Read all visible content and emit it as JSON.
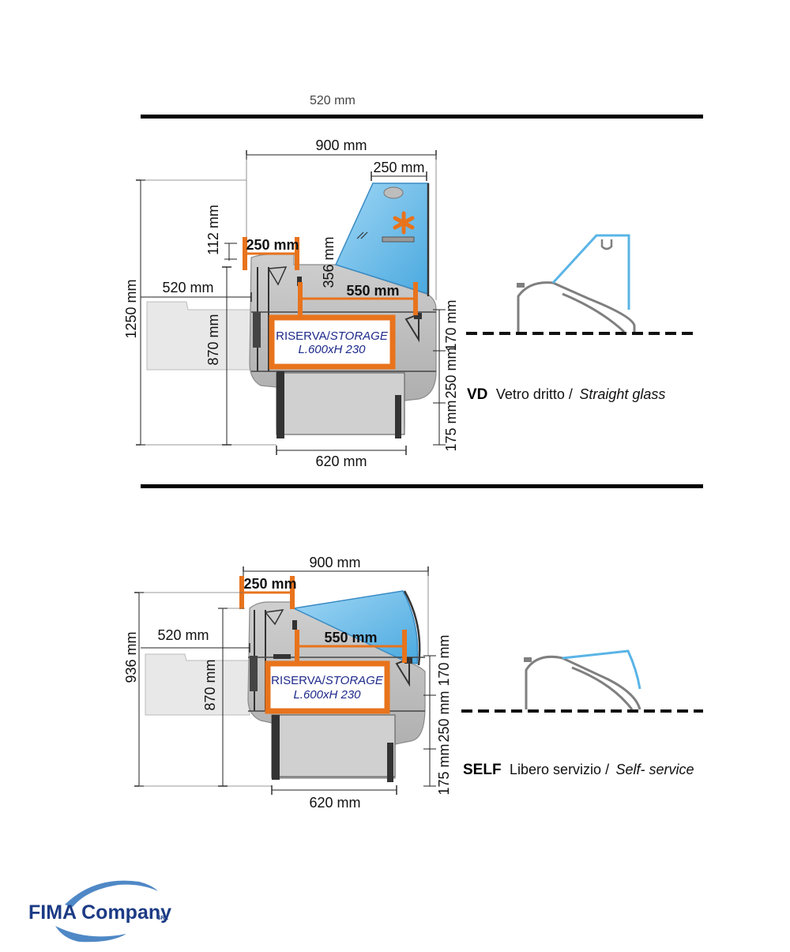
{
  "header": {
    "cut_label": "520 mm"
  },
  "colors": {
    "accent_orange": "#e8731c",
    "glass_blue": "#5ab4e6",
    "logo_blue": "#1c3b85",
    "logo_swoosh": "#4f88c6"
  },
  "section_vd": {
    "dims": {
      "width_total": "900 mm",
      "top_glass": "250 mm",
      "shelf_orange": "250 mm",
      "shelf_offset": "112 mm",
      "inner_height": "356 mm",
      "depth_orange": "550 mm",
      "side_depth": "520 mm",
      "total_height": "1250 mm",
      "counter_height": "870 mm",
      "tank_height": "170 mm",
      "base_height": "250 mm",
      "foot_height": "175 mm",
      "base_width": "620 mm"
    },
    "storage": {
      "line1_a": "RISERVA/",
      "line1_b": "STORAGE",
      "line2": "L.600xH 230"
    },
    "caption": {
      "code": "VD",
      "italian": "Vetro dritto /",
      "english": "Straight glass"
    }
  },
  "section_self": {
    "dims": {
      "width_total": "900 mm",
      "shelf_orange": "250 mm",
      "side_depth": "520 mm",
      "total_height": "936 mm",
      "depth_orange": "550 mm",
      "counter_height": "870 mm",
      "tank_height": "170 mm",
      "base_height": "250 mm",
      "foot_height": "175 mm",
      "base_width": "620 mm"
    },
    "storage": {
      "line1_a": "RISERVA/",
      "line1_b": "STORAGE",
      "line2": "L.600xH 230"
    },
    "caption": {
      "code": "SELF",
      "italian": "Libero servizio /",
      "english": "Self- service"
    }
  },
  "logo": {
    "name": "FIMA Company",
    "suffix": "SRL"
  }
}
